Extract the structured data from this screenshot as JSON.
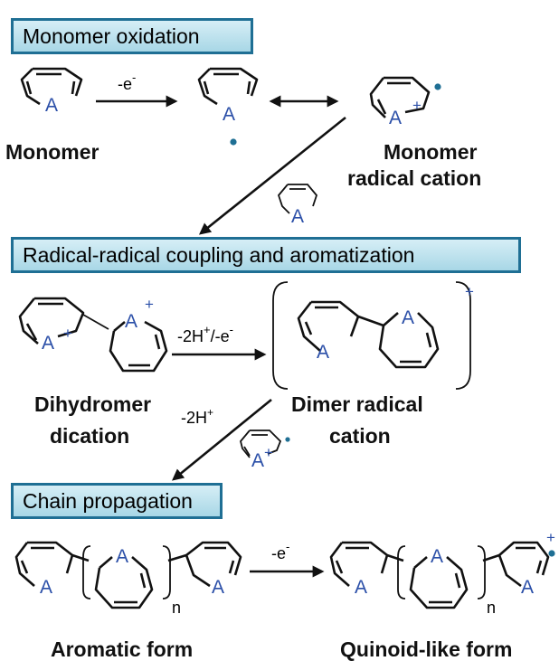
{
  "sections": {
    "monomer_oxidation": "Monomer oxidation",
    "coupling": "Radical-radical coupling and aromatization",
    "propagation": "Chain propagation"
  },
  "heteroatom": "A",
  "charge_plus": "+",
  "subscript_n": "n",
  "labels": {
    "monomer": "Monomer",
    "radical_cation_1": "Monomer",
    "radical_cation_2": "radical cation",
    "dihydromer_1": "Dihydromer",
    "dihydromer_2": "dication",
    "dimer_1": "Dimer radical",
    "dimer_2": "cation",
    "aromatic": "Aromatic form",
    "quinoid": "Quinoid-like form"
  },
  "reagents": {
    "oxidation_1": "-e",
    "oxidation_1_sup": "-",
    "aromatization": "-2H",
    "aromatization_sup": "+",
    "aromatization_mid": "/-e",
    "aromatization_sup2": "-",
    "deprotonation": "-2H",
    "deprotonation_sup": "+",
    "oxidation_2": "-e",
    "oxidation_2_sup": "-"
  },
  "colors": {
    "banner_border": "#1f6f94",
    "banner_fill": "#a8d7e6",
    "heteroatom": "#2b4fa8",
    "radical_dot": "#1f6f94"
  }
}
